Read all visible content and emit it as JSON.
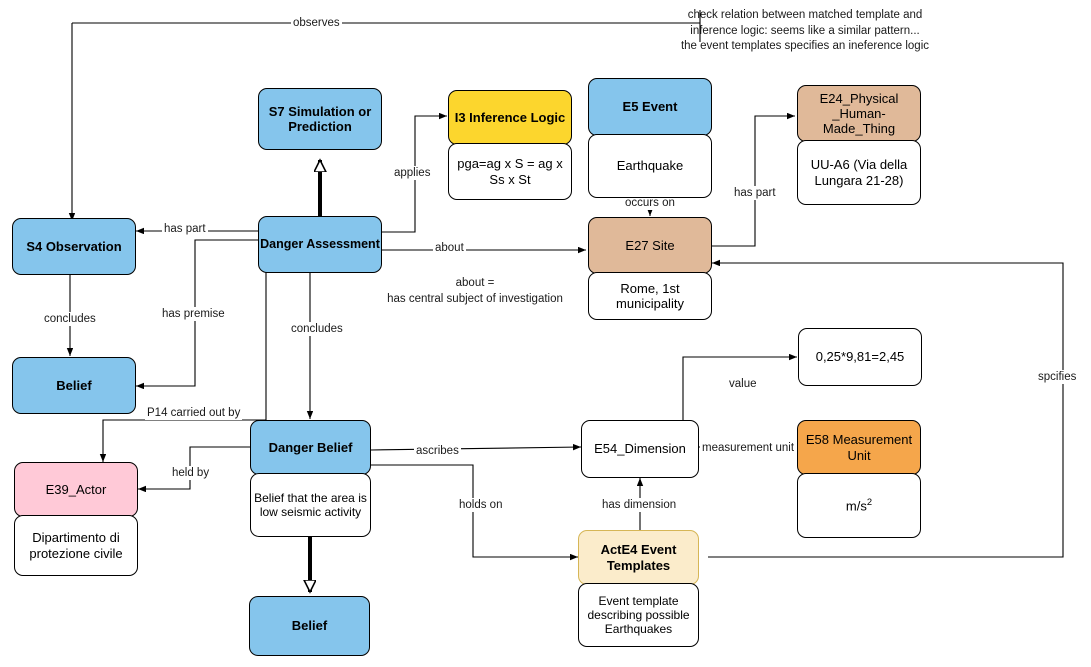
{
  "diagram": {
    "title": "CIDOC-CRM Danger Assessment knowledge graph",
    "colors": {
      "blue": "#85c5ec",
      "tan": "#e0b999",
      "yellow": "#fcd62d",
      "orange": "#f5a64b",
      "pink": "#ffc9d7",
      "cream": "#fbeccb",
      "cream_border": "#d6b656",
      "white": "#ffffff",
      "stroke": "#000000"
    }
  },
  "nodes": {
    "s7_simulation": {
      "label": "S7 Simulation or Prediction"
    },
    "i3_inference": {
      "label": "I3 Inference Logic",
      "value": "pga=ag x S = ag x Ss x St"
    },
    "e5_event": {
      "label": "E5 Event",
      "value": "Earthquake"
    },
    "e24_thing": {
      "label": "E24_Physical _Human-Made_Thing",
      "value": "UU-A6 (Via della Lungara 21-28)"
    },
    "s4_observation": {
      "label": "S4 Observation"
    },
    "danger_assessment": {
      "label": "Danger Assessment"
    },
    "e27_site": {
      "label": "E27 Site",
      "value": "Rome, 1st municipality"
    },
    "belief_left": {
      "label": "Belief"
    },
    "e39_actor": {
      "label": "E39_Actor",
      "value": "Dipartimento di protezione civile"
    },
    "danger_belief": {
      "label": "Danger Belief",
      "value": "Belief that the area is low seismic activity"
    },
    "belief_bottom": {
      "label": "Belief"
    },
    "e54_dimension": {
      "label": "E54_Dimension"
    },
    "value_box": {
      "label": "0,25*9,81=2,45"
    },
    "e58_measurement": {
      "label": "E58 Measurement Unit",
      "value_prefix": "m/s",
      "value_exp": "2"
    },
    "acte4_templates": {
      "label": "ActE4 Event Templates",
      "value": "Event template describing possible Earthquakes"
    }
  },
  "edges": {
    "observes": "observes",
    "applies": "applies",
    "has_part_top": "has part",
    "has_part_right": "has part",
    "occurs_on": "occurs on",
    "about": "about",
    "concludes_left": "concludes",
    "concludes_mid": "concludes",
    "has_premise": "has premise",
    "p14_carried_out_by": "P14 carried out by",
    "held_by": "held by",
    "ascribes": "ascribes",
    "holds_on": "holds on",
    "value": "value",
    "measurement_unit": "measurement unit",
    "has_dimension": "has dimension",
    "specifies": "spcifies"
  },
  "notes": {
    "top_note": "check relation between matched template and\ninference logic: seems like a similar pattern...\nthe event templates specifies an ineference logic",
    "about_note_line1": "about =",
    "about_note_line2": "has central subject of investigation"
  }
}
